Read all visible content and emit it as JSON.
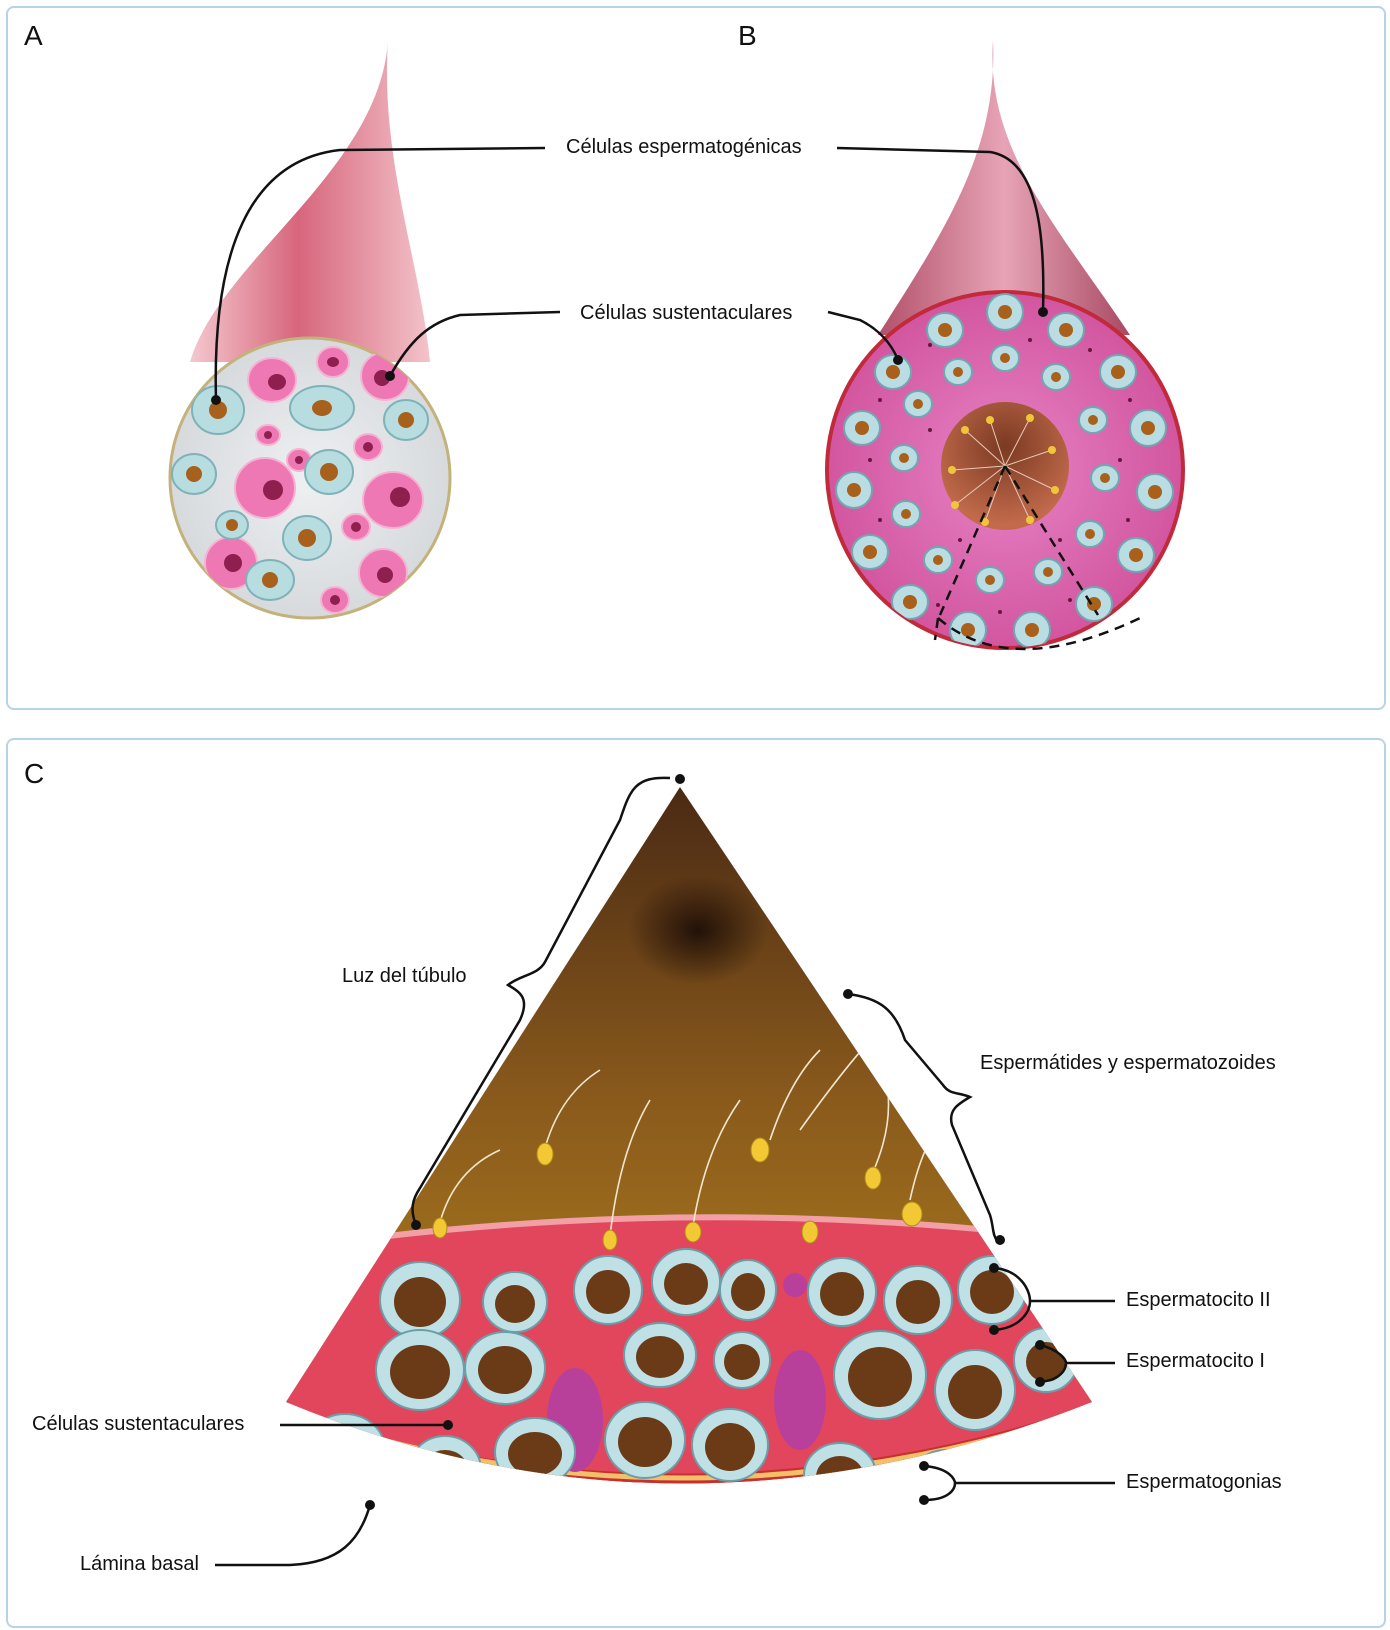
{
  "panel_a": {
    "letter": "A"
  },
  "panel_b": {
    "letter": "B"
  },
  "panel_c": {
    "letter": "C"
  },
  "labels": {
    "spermatogenic_cells": "Células espermatogénicas",
    "sustentacular_cells_top": "Células sustentaculares",
    "tubule_lumen": "Luz del túbulo",
    "spermatids": "Espermátides y espermatozoides",
    "spermatocyte_2": "Espermatocito II",
    "spermatocyte_1": "Espermatocito I",
    "sustentacular_cells_bottom": "Células sustentaculares",
    "spermatogonia": "Espermatogonias",
    "basal_lamina": "Lámina basal"
  },
  "colors": {
    "panel_border": "#b7d3e6",
    "cone_pink": "#c9566e",
    "cyto_blue": "#b9dde0",
    "nucleus_brown": "#a86018",
    "pink_cell": "#e96aa5",
    "tissue_pink": "#e06db3",
    "lumen_gold": "#b5821f",
    "epithelium_red": "#d8344f"
  }
}
